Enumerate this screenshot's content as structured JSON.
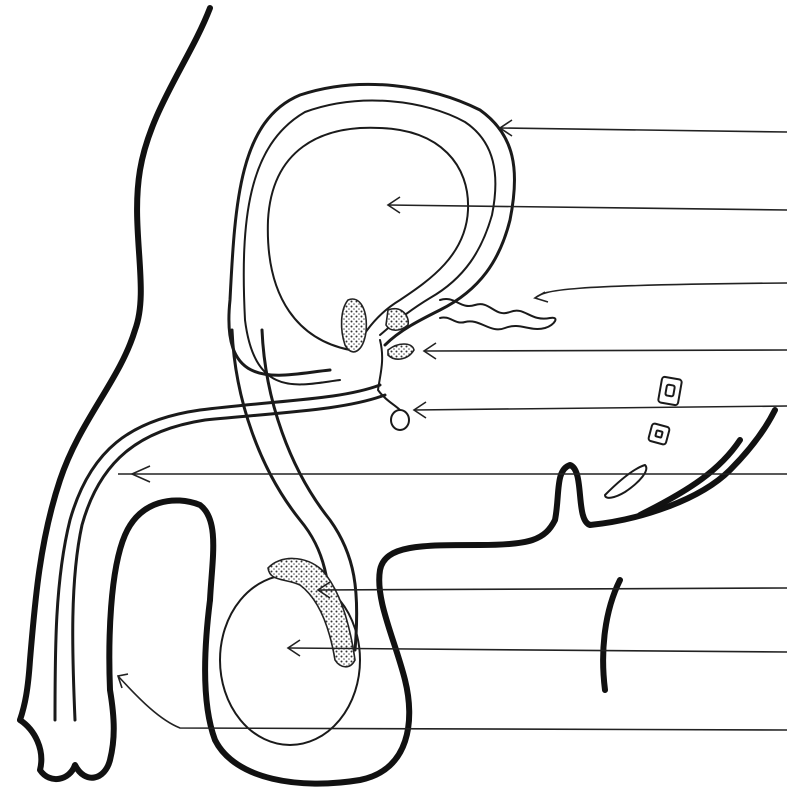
{
  "diagram": {
    "label_lines": [
      {
        "id": "label-line-1"
      },
      {
        "id": "label-line-2"
      },
      {
        "id": "label-line-3"
      },
      {
        "id": "label-line-4"
      },
      {
        "id": "label-line-5"
      },
      {
        "id": "label-line-6"
      },
      {
        "id": "label-line-7"
      },
      {
        "id": "label-line-8"
      },
      {
        "id": "label-line-9"
      }
    ],
    "colors": {
      "ink": "#111111",
      "paper": "#ffffff"
    }
  }
}
